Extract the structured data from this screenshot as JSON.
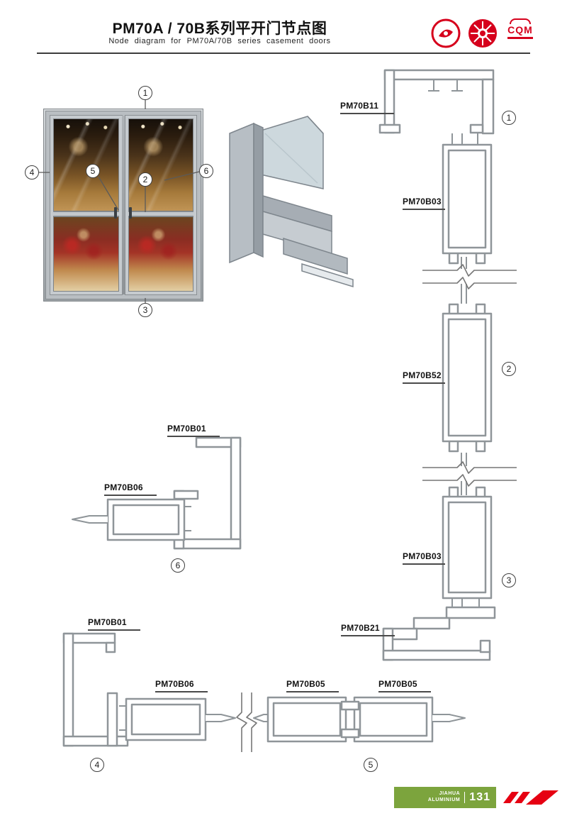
{
  "header": {
    "title": "PM70A / 70B系列平开门节点图",
    "subtitle": "Node diagram for PM70A/70B series casement doors",
    "cqm_text": "CQM"
  },
  "node_numbers": {
    "n1": "1",
    "n2": "2",
    "n3": "3",
    "n4": "4",
    "n5": "5",
    "n6": "6"
  },
  "profile_labels": {
    "right_top_frame": "PM70B11",
    "right_sash_top": "PM70B03",
    "right_mid_rail": "PM70B52",
    "right_sash_bottom": "PM70B03",
    "right_sill": "PM70B21",
    "node6_frame": "PM70B01",
    "node6_sash": "PM70B06",
    "node4_frame": "PM70B01",
    "node4_sash": "PM70B06",
    "node5_left": "PM70B05",
    "node5_right": "PM70B05"
  },
  "footer": {
    "brand_line1": "JIAHUA",
    "brand_line2": "ALUMINIUM",
    "page_number": "131"
  },
  "colors": {
    "accent_red": "#e60012",
    "footer_green": "#7ca43d",
    "drawing_gray": "#8f9599"
  }
}
